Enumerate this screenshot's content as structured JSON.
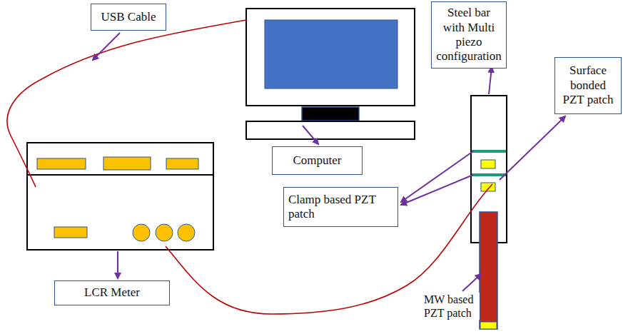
{
  "diagram": {
    "nodes": [
      {
        "text": [
          "USB Cable"
        ]
      },
      {
        "text": [
          "Computer"
        ]
      },
      {
        "text": [
          "Steel bar with Multi piezo configuration"
        ]
      },
      {
        "text": [
          "Surface bonded PZT patch"
        ]
      },
      {
        "text": [
          "Clamp based PZT patch"
        ]
      },
      {
        "text": [
          "LCR Meter"
        ]
      }
    ],
    "labels": [
      "MW based PZT patch"
    ]
  }
}
